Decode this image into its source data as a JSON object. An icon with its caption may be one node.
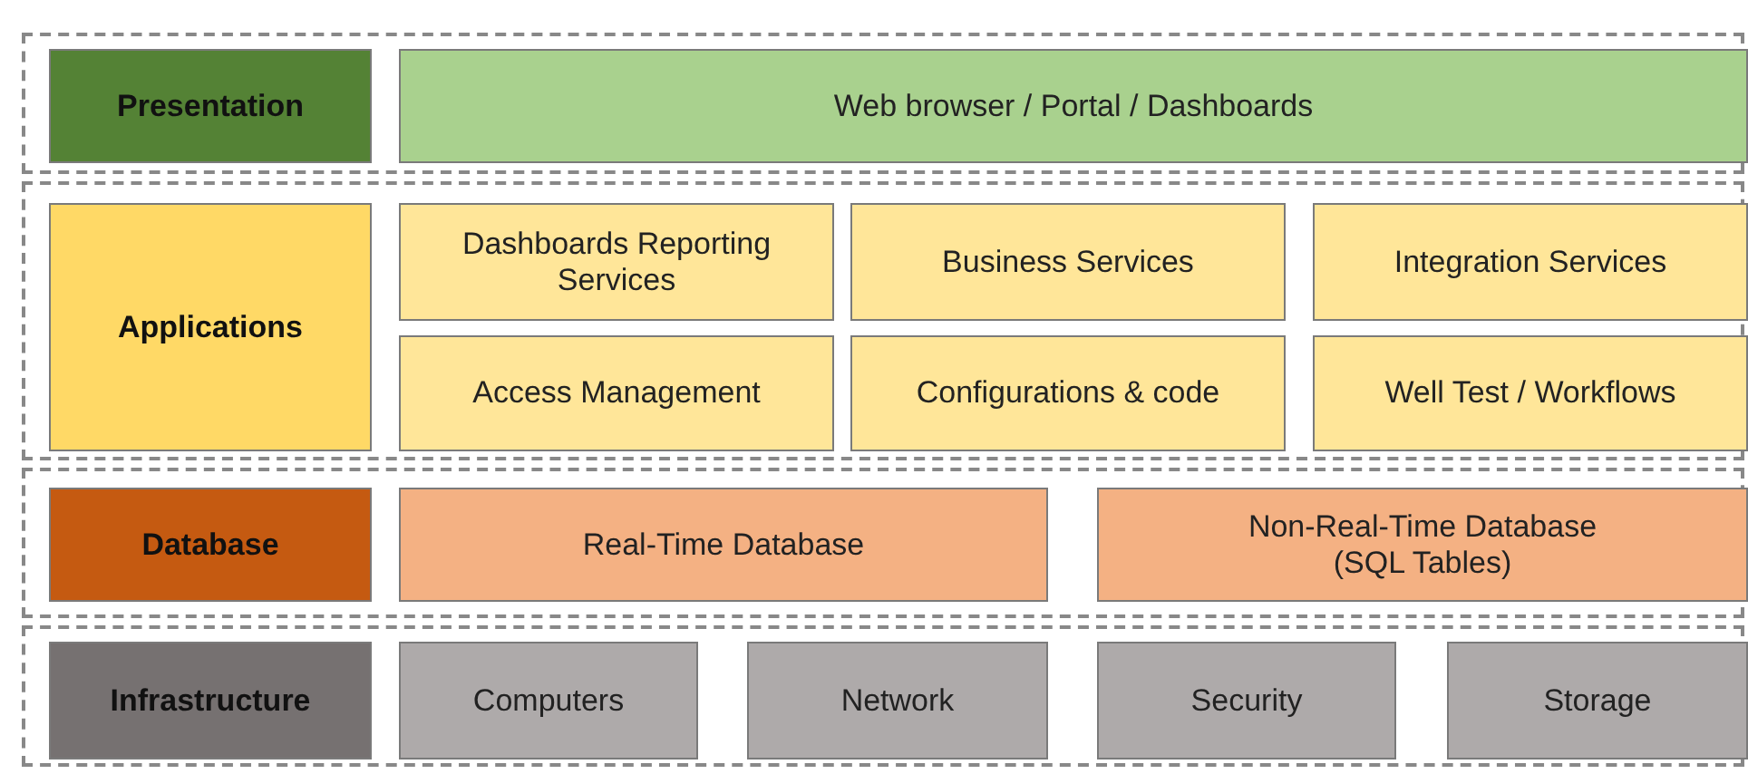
{
  "diagram": {
    "nodes": [
      {
        "text": [],
        "shape": "box"
      },
      {
        "text": [
          "Presentation"
        ],
        "in": 0
      },
      {
        "text": [
          "Web browser / Portal / Dashboards"
        ],
        "in": 0
      },
      {
        "text": [],
        "shape": "box"
      },
      {
        "text": [
          "Applications"
        ],
        "in": 3
      },
      {
        "text": [
          "Dashboards Reporting Services"
        ],
        "in": 3
      },
      {
        "text": [
          "Business Services"
        ],
        "in": 3
      },
      {
        "text": [
          "Integration Services"
        ],
        "in": 3
      },
      {
        "text": [
          "Access Management"
        ],
        "in": 3
      },
      {
        "text": [
          "Configurations & code"
        ],
        "in": 3
      },
      {
        "text": [
          "Well Test / Workflows"
        ],
        "in": 3
      },
      {
        "text": [],
        "shape": "box"
      },
      {
        "text": [
          "Database"
        ],
        "in": 11
      },
      {
        "text": [
          "Real-Time Database"
        ],
        "in": 11
      },
      {
        "text": [
          "Non-Real-Time Database (SQL Tables)"
        ],
        "in": 11
      },
      {
        "text": [],
        "shape": "box"
      },
      {
        "text": [
          "Infrastructure"
        ],
        "in": 15
      },
      {
        "text": [
          "Computers"
        ],
        "in": 15
      },
      {
        "text": [
          "Network"
        ],
        "in": 15
      },
      {
        "text": [
          "Security"
        ],
        "in": 15
      },
      {
        "text": [
          "Storage"
        ],
        "in": 15
      }
    ]
  }
}
